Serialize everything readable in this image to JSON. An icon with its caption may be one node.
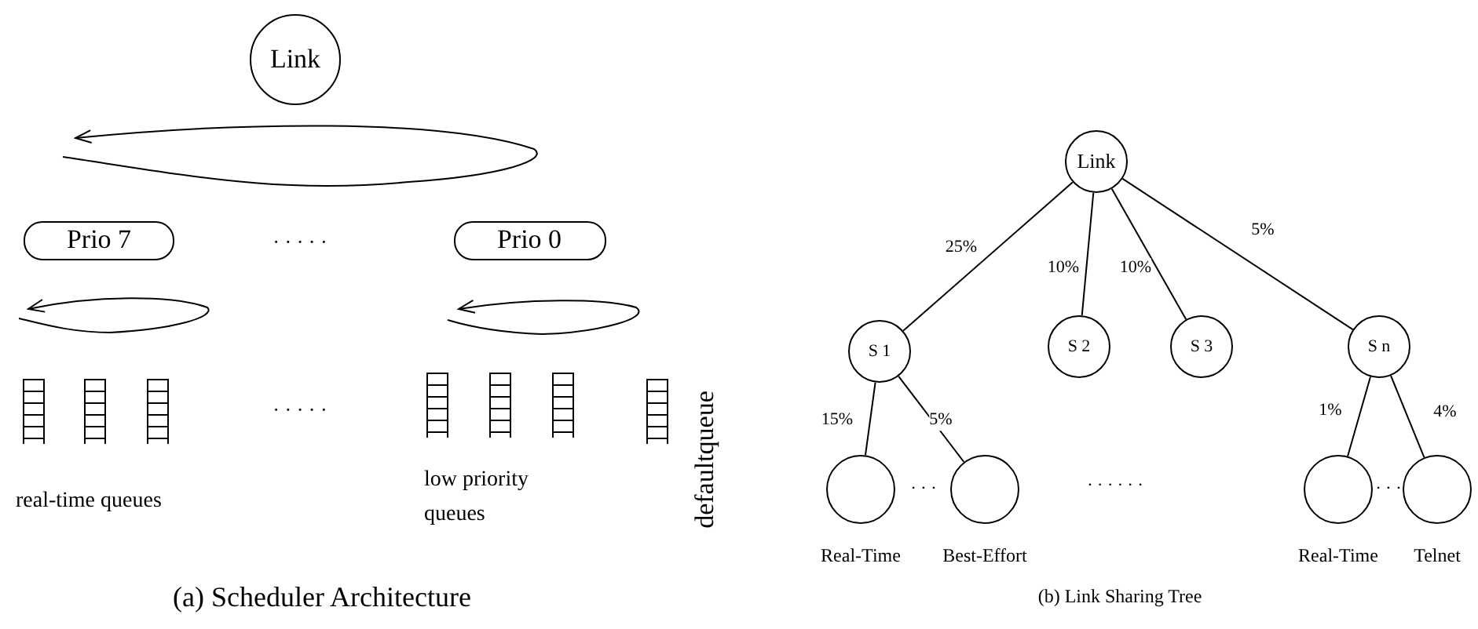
{
  "diagram": {
    "nodes": [
      {
        "text": [
          "Link"
        ]
      },
      {
        "text": [
          "Prio 7"
        ]
      },
      {
        "text": [
          "Prio 0"
        ]
      },
      {
        "text": [
          "Link"
        ]
      },
      {
        "text": [
          "S 1"
        ]
      },
      {
        "text": [
          "S 2"
        ]
      },
      {
        "text": [
          "S 3"
        ]
      },
      {
        "text": [
          "S n"
        ]
      },
      {
        "text": [],
        "shape": "circle",
        "beside": [
          "Real-Time"
        ]
      },
      {
        "text": [],
        "shape": "circle",
        "beside": [
          "Best-Effort"
        ]
      },
      {
        "text": [],
        "shape": "circle",
        "beside": [
          "Real-Time"
        ]
      },
      {
        "text": [],
        "shape": "circle",
        "beside": [
          "Telnet"
        ]
      }
    ],
    "edges": [
      {
        "from": 3,
        "to": 4,
        "arrow": "none",
        "label": "25%"
      },
      {
        "from": 3,
        "to": 5,
        "arrow": "none",
        "label": "10%"
      },
      {
        "from": 3,
        "to": 6,
        "arrow": "none",
        "label": "10%"
      },
      {
        "from": 3,
        "to": 7,
        "arrow": "none",
        "label": "5%"
      },
      {
        "from": 4,
        "to": 8,
        "arrow": "none",
        "label": "15%"
      },
      {
        "from": 4,
        "to": 9,
        "arrow": "none",
        "label": "5%"
      },
      {
        "from": 7,
        "to": 10,
        "arrow": "none",
        "label": "1%"
      },
      {
        "from": 7,
        "to": 11,
        "arrow": "none",
        "label": "4%"
      }
    ],
    "labels": [
      "· · · · ·",
      "· · · · ·",
      "real-time queues",
      "low priority queues",
      "defaultqueue",
      "(a) Scheduler Architecture",
      "· · ·",
      "· · · · · ·",
      "· · ·",
      "(b) Link Sharing Tree"
    ]
  }
}
